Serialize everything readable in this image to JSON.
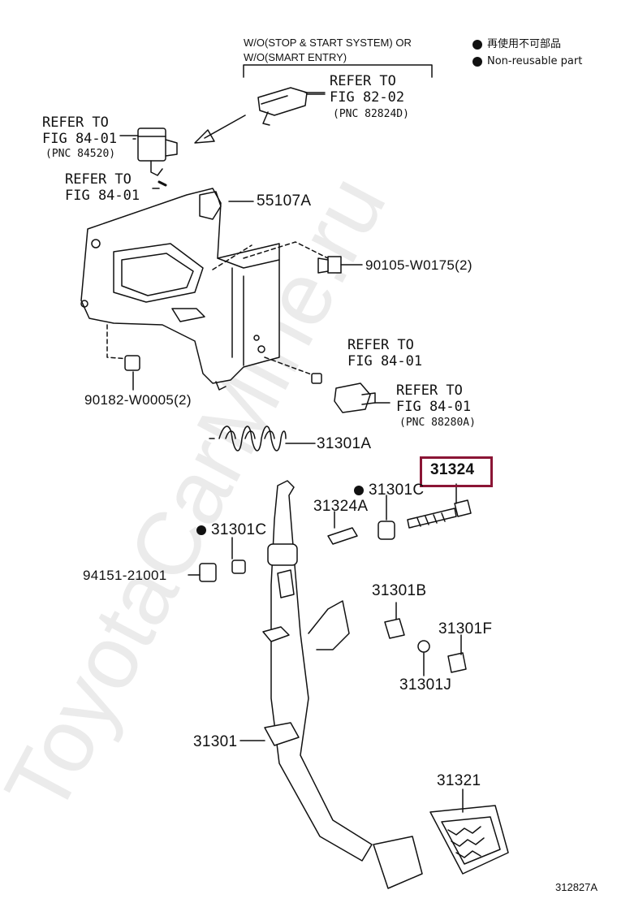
{
  "variant": {
    "line1": "W/O(STOP & START SYSTEM) OR",
    "line2": "W/O(SMART ENTRY)"
  },
  "legend": {
    "item1": "再使用不可部品",
    "item2": "Non-reusable part"
  },
  "refs": {
    "r1": {
      "l1": "REFER TO",
      "l2": "FIG 82-02",
      "pnc": "(PNC 82824D)"
    },
    "r2": {
      "l1": "REFER TO",
      "l2": "FIG 84-01",
      "pnc": "(PNC 84520)"
    },
    "r3": {
      "l1": "REFER TO",
      "l2": "FIG 84-01"
    },
    "r4": {
      "l1": "REFER TO",
      "l2": "FIG 84-01"
    },
    "r5": {
      "l1": "REFER TO",
      "l2": "FIG 84-01",
      "pnc": "(PNC 88280A)"
    }
  },
  "parts": {
    "p55107A": "55107A",
    "p90105": "90105-W0175(2)",
    "p90182": "90182-W0005(2)",
    "p31301A": "31301A",
    "p31324": "31324",
    "p31301C_a": "31301C",
    "p31324A": "31324A",
    "p31301C_b": "31301C",
    "p94151": "94151-21001",
    "p31301B": "31301B",
    "p31301F": "31301F",
    "p31301J": "31301J",
    "p31301": "31301",
    "p31321": "31321"
  },
  "figure_id": "312827A",
  "watermark": "ToyotaCarMine.ru",
  "colors": {
    "highlight": "#8b1535",
    "ink": "#111111",
    "watermark": "#e6e6e6"
  }
}
